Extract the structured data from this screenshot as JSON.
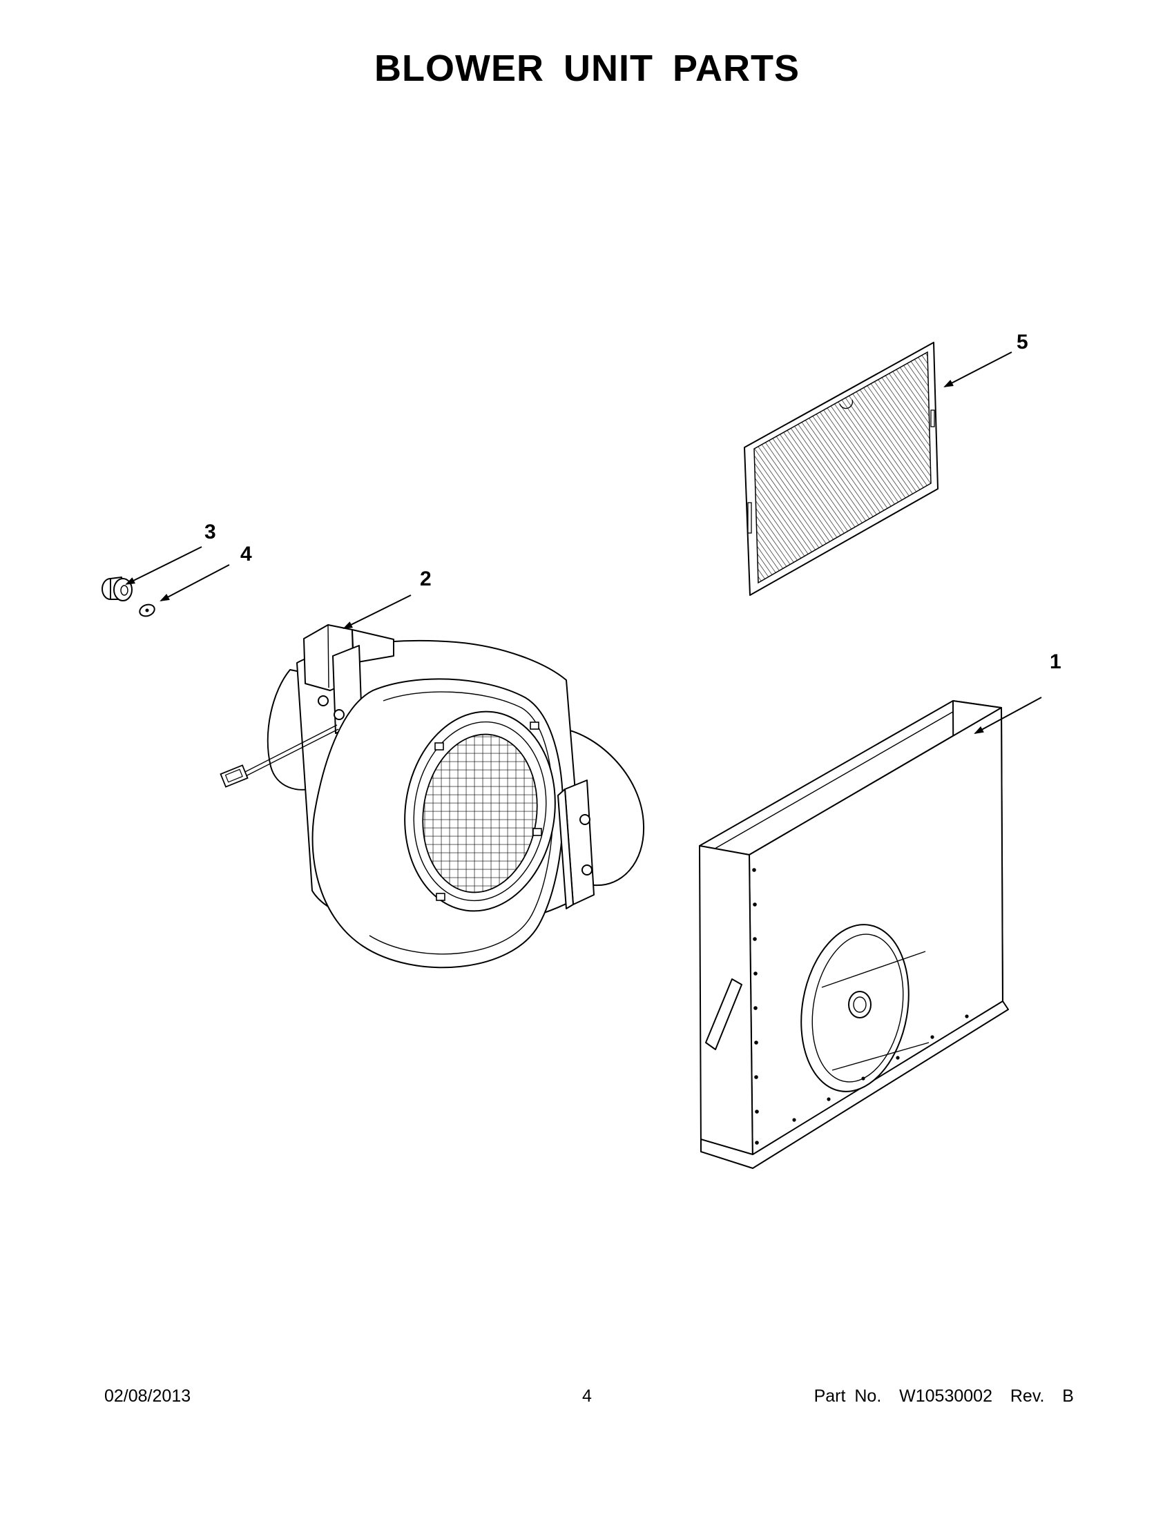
{
  "page": {
    "title": "BLOWER UNIT PARTS"
  },
  "callouts": [
    {
      "label": "1",
      "part": "blower-housing"
    },
    {
      "label": "2",
      "part": "blower-motor"
    },
    {
      "label": "3",
      "part": "grommet"
    },
    {
      "label": "4",
      "part": "washer"
    },
    {
      "label": "5",
      "part": "filter"
    }
  ],
  "footer": {
    "date": "02/08/2013",
    "page_number": "4",
    "part_number": "Part No.  W10530002  Rev.  B"
  }
}
